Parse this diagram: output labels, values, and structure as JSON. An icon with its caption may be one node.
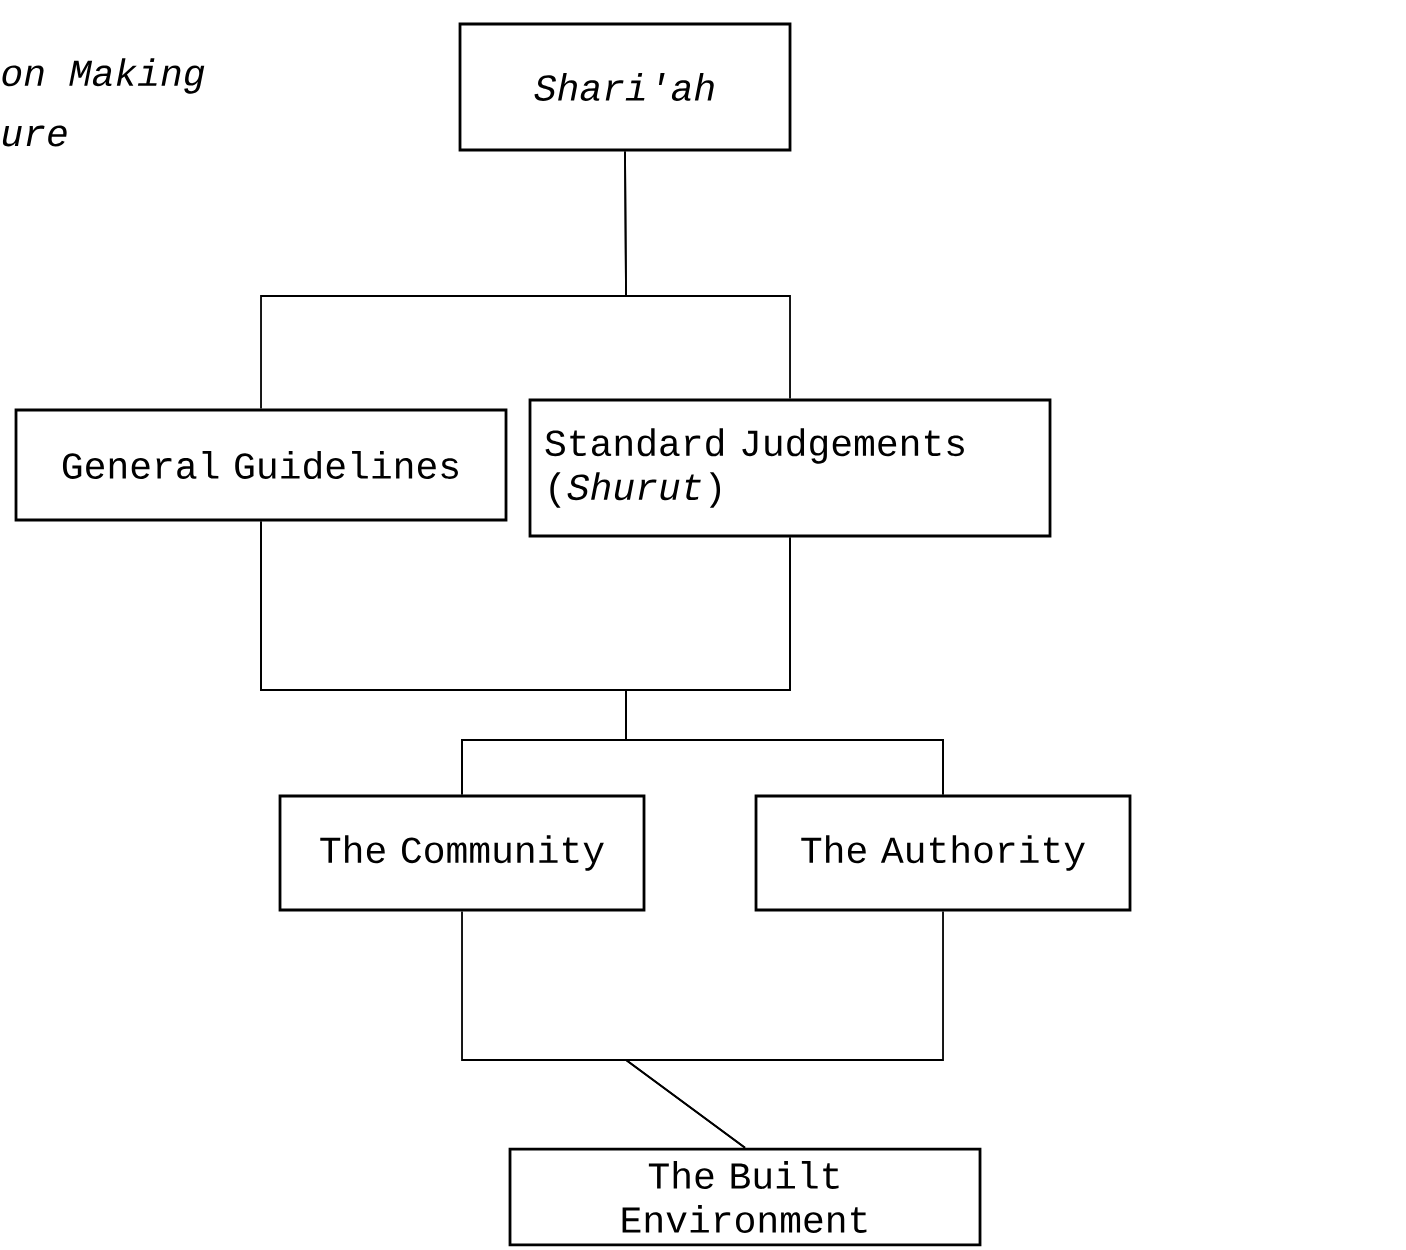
{
  "diagram": {
    "nodes": [
      {
        "text": [
          "Shari'ah"
        ]
      },
      {
        "text": [
          "General Guidelines"
        ]
      },
      {
        "text": [
          "Standard Judgements (*Shurut*)"
        ]
      },
      {
        "text": [
          "The Community"
        ]
      },
      {
        "text": [
          "The Authority"
        ]
      },
      {
        "text": [
          "The Built Environment"
        ]
      }
    ],
    "edges": [
      {
        "from": 0,
        "to": 1,
        "arrow": "none"
      },
      {
        "from": 0,
        "to": 2,
        "arrow": "none"
      },
      {
        "from": 1,
        "to": 3,
        "arrow": "none"
      },
      {
        "from": 1,
        "to": 4,
        "arrow": "none"
      },
      {
        "from": 2,
        "to": 3,
        "arrow": "none"
      },
      {
        "from": 2,
        "to": 4,
        "arrow": "none"
      },
      {
        "from": 3,
        "to": 5,
        "arrow": "none"
      },
      {
        "from": 4,
        "to": 5,
        "arrow": "none"
      }
    ],
    "labels": [
      "on Making",
      "ure"
    ]
  }
}
